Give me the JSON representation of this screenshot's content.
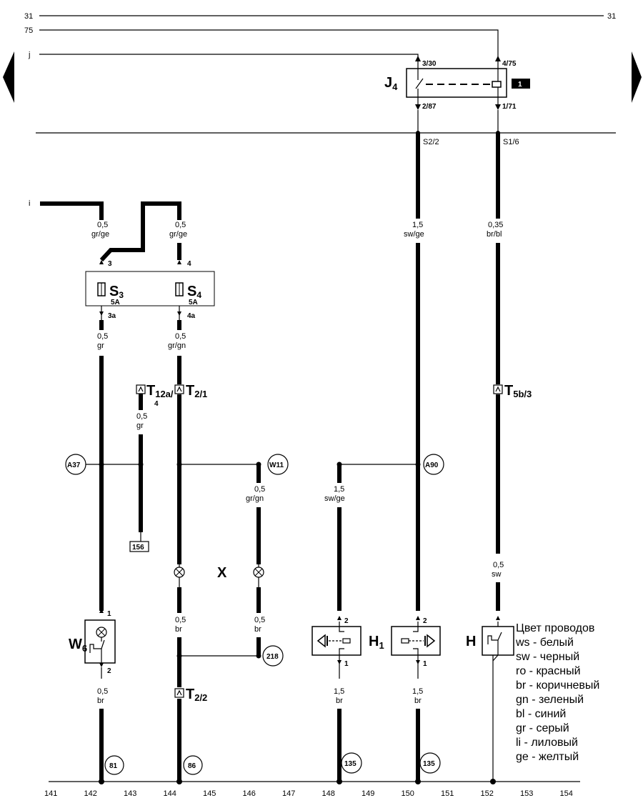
{
  "nav": {
    "prev_icon": "triangle-left-icon",
    "next_icon": "triangle-right-icon"
  },
  "rails": {
    "r31_left": "31",
    "r31_right": "31",
    "r75": "75",
    "rj": "j",
    "ri": "i"
  },
  "relay": {
    "name_main": "J",
    "name_sub": "4",
    "pin_top_left": "3/30",
    "pin_top_right": "4/75",
    "pin_bot_left": "2/87",
    "pin_bot_right": "1/71",
    "badge": "1"
  },
  "splices": {
    "s2": "S2/2",
    "s1": "S1/6"
  },
  "wires": {
    "w142_top_gauge": "0,5",
    "w142_top_color": "gr/ge",
    "w144_top_gauge": "0,5",
    "w144_top_color": "gr/ge",
    "w150_top_gauge": "1,5",
    "w150_top_color": "sw/ge",
    "w152_top_gauge": "0,35",
    "w152_top_color": "br/bl",
    "w142_mid_gauge": "0,5",
    "w142_mid_color": "gr",
    "w144_mid_gauge": "0,5",
    "w144_mid_color": "gr/gn",
    "w143_gauge": "0,5",
    "w143_color": "gr",
    "w146_gauge": "0,5",
    "w146_color": "gr/gn",
    "w148_gauge": "1,5",
    "w148_color": "sw/ge",
    "w152_mid_gauge": "0,5",
    "w152_mid_color": "sw",
    "w144_low_gauge": "0,5",
    "w144_low_color": "br",
    "w146_low_gauge": "0,5",
    "w146_low_color": "br",
    "w142_low_gauge": "0,5",
    "w142_low_color": "br",
    "w148_low_gauge": "1,5",
    "w148_low_color": "br",
    "w150_low_gauge": "1,5",
    "w150_low_color": "br"
  },
  "fusebox": {
    "pin3": "3",
    "pin4": "4",
    "pin3a": "3a",
    "pin4a": "4a",
    "s3_main": "S",
    "s3_sub": "3",
    "s3_amp": "5A",
    "s4_main": "S",
    "s4_sub": "4",
    "s4_amp": "5A"
  },
  "connectors": {
    "t12a_main": "T",
    "t12a_sub": "12a/",
    "t12a_pin": "4",
    "t21_main": "T",
    "t21_sub": "2/1",
    "t5b_main": "T",
    "t5b_sub": "5b/3",
    "t22_main": "T",
    "t22_sub": "2/2"
  },
  "nodes": {
    "a37": "A37",
    "w11": "W11",
    "a90": "A90",
    "n156": "156",
    "n218": "218",
    "g81": "81",
    "g86": "86",
    "g135a": "135",
    "g135b": "135"
  },
  "components": {
    "w6_main": "W",
    "w6_sub": "6",
    "w6_pin1": "1",
    "w6_pin2": "2",
    "x_label": "X",
    "h1_main": "H",
    "h1_sub": "1",
    "h_main": "H",
    "horn_l_pin2": "2",
    "horn_l_pin1": "1",
    "horn_r_pin2": "2",
    "horn_r_pin1": "1"
  },
  "legend": {
    "title": "Цвет проводов",
    "items": [
      "ws - белый",
      "sw - черный",
      "ro - красный",
      "br - коричневый",
      "gn - зеленый",
      "bl - синий",
      "gr - серый",
      "li - лиловый",
      "ge - желтый"
    ]
  },
  "ruler": [
    "141",
    "142",
    "143",
    "144",
    "145",
    "146",
    "147",
    "148",
    "149",
    "150",
    "151",
    "152",
    "153",
    "154"
  ]
}
